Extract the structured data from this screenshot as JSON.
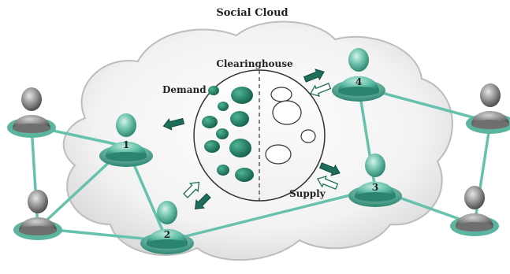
{
  "title": "Social Cloud",
  "clearinghouse": {
    "label": "Clearinghouse",
    "demand_label": "Demand",
    "supply_label": "Supply"
  },
  "users": [
    {
      "id": "1",
      "label": "1",
      "role": "member"
    },
    {
      "id": "2",
      "label": "2",
      "role": "member"
    },
    {
      "id": "3",
      "label": "3",
      "role": "member"
    },
    {
      "id": "4",
      "label": "4",
      "role": "member"
    }
  ],
  "colors": {
    "member": "#5fbfa6",
    "member_dark": "#2a7e69",
    "outsider": "#8d8d8d",
    "edge": "#66c2ad",
    "arrow_filled": "#1f6e5b",
    "arrow_hollow": "#ffffff",
    "cloud": "#ececec",
    "demand_bubble": "#1e7a63"
  },
  "icons": {
    "member": "user-icon",
    "outsider": "user-icon",
    "flow": "arrow-icon"
  }
}
